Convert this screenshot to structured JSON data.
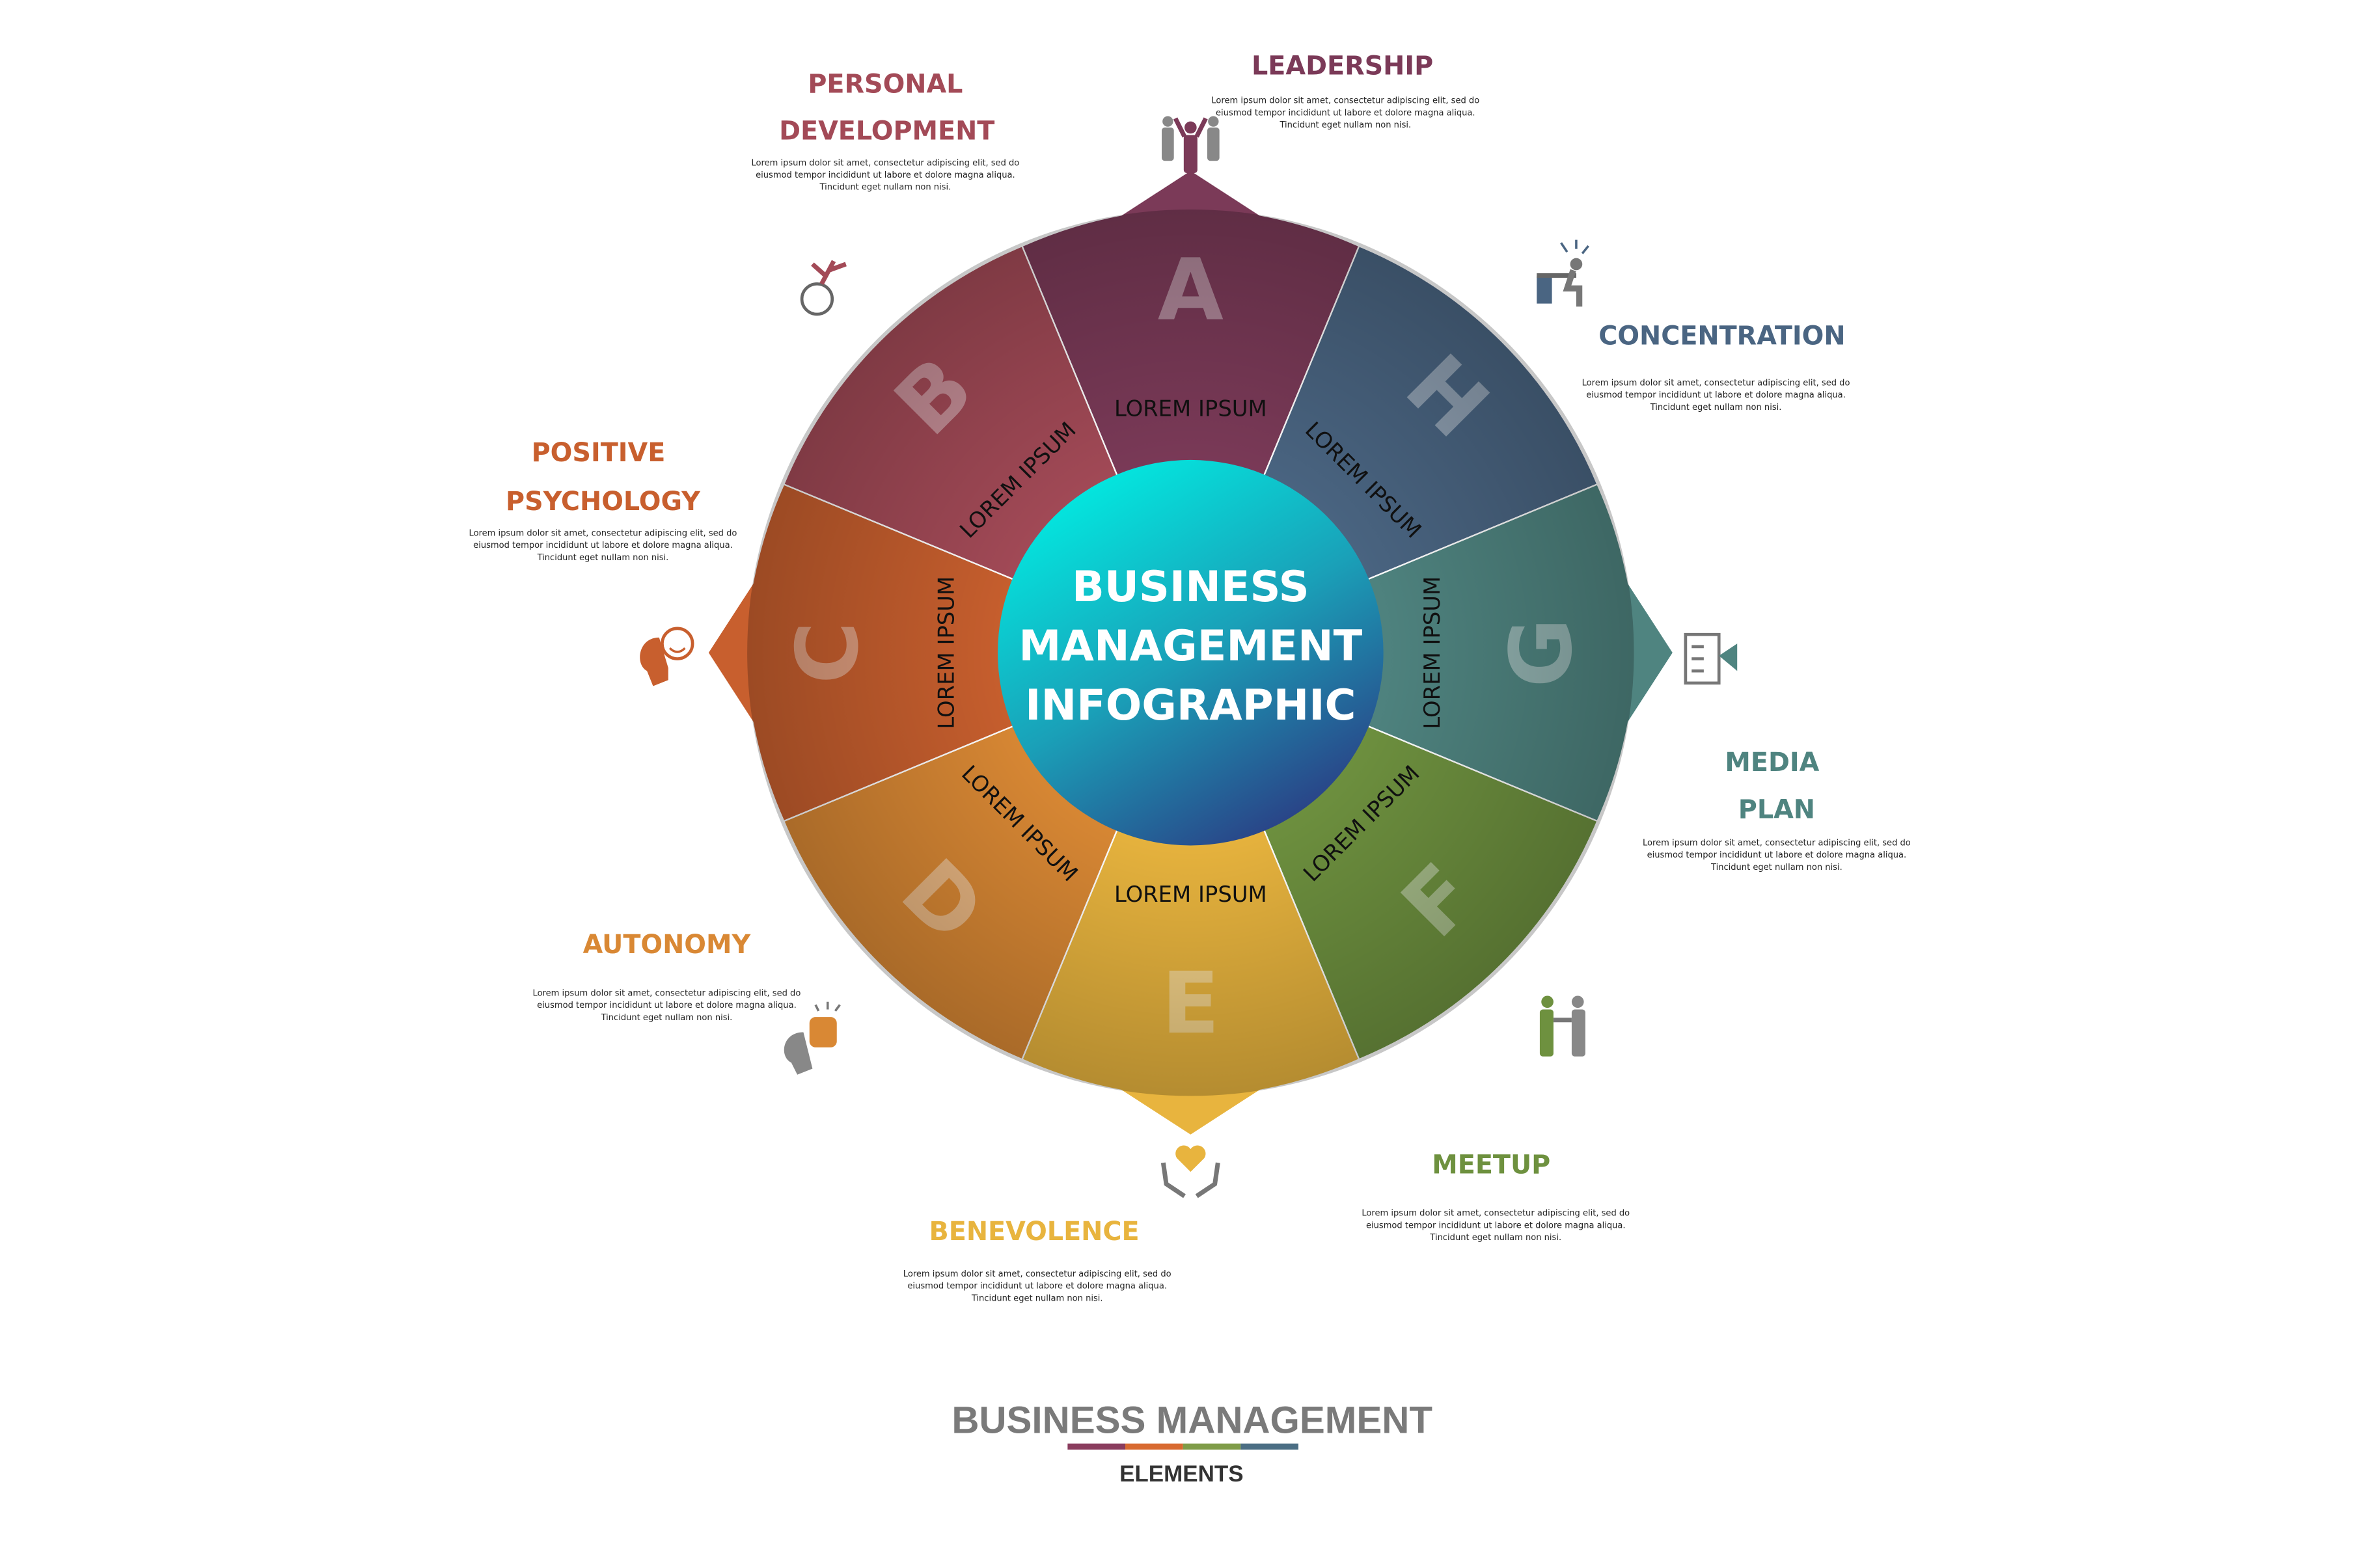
{
  "center": {
    "line1": "BUSINESS",
    "line2": "MANAGEMENT",
    "line3": "INFOGRAPHIC"
  },
  "sectors": [
    {
      "letter": "A",
      "label": "LOREM IPSUM",
      "color": "#7b3a58"
    },
    {
      "letter": "H",
      "label": "LOREM IPSUM",
      "color": "#4a6582"
    },
    {
      "letter": "G",
      "label": "LOREM IPSUM",
      "color": "#4f8480"
    },
    {
      "letter": "F",
      "label": "LOREM IPSUM",
      "color": "#6e913f"
    },
    {
      "letter": "E",
      "label": "LOREM IPSUM",
      "color": "#e8b43e"
    },
    {
      "letter": "D",
      "label": "LOREM IPSUM",
      "color": "#d98834"
    },
    {
      "letter": "C",
      "label": "LOREM IPSUM",
      "color": "#c85f2e"
    },
    {
      "letter": "B",
      "label": "LOREM IPSUM",
      "color": "#a34a57"
    }
  ],
  "items": {
    "leadership": {
      "title": "LEADERSHIP",
      "icon": "leadership-people-icon",
      "color": "#7b3a58"
    },
    "personal_development": {
      "title1": "PERSONAL",
      "title2": "DEVELOPMENT",
      "icon": "growing-mind-icon",
      "color": "#a34a57"
    },
    "concentration": {
      "title": "CONCENTRATION",
      "icon": "focused-worker-icon",
      "color": "#4a6582"
    },
    "positive_psychology": {
      "title1": "POSITIVE",
      "title2": "PSYCHOLOGY",
      "icon": "smiling-head-icon",
      "color": "#c85f2e"
    },
    "media_plan": {
      "title1": "MEDIA",
      "title2": "PLAN",
      "icon": "checklist-megaphone-icon",
      "color": "#4f8480"
    },
    "autonomy": {
      "title": "AUTONOMY",
      "icon": "fist-head-icon",
      "color": "#d98834"
    },
    "meetup": {
      "title": "MEETUP",
      "icon": "handshake-icon",
      "color": "#6e913f"
    },
    "benevolence": {
      "title": "BENEVOLENCE",
      "icon": "heart-hands-icon",
      "color": "#e8b43e"
    }
  },
  "desc": [
    "Lorem ipsum dolor sit amet, consectetur adipiscing elit, sed do",
    "eiusmod tempor incididunt ut labore et dolore magna aliqua.",
    "Tincidunt eget nullam non nisi."
  ],
  "footer": {
    "title": "BUSINESS MANAGEMENT",
    "subtitle": "ELEMENTS",
    "bar_colors": [
      "#8a3d5e",
      "#d86a30",
      "#7f9c48",
      "#4b6e84"
    ]
  }
}
